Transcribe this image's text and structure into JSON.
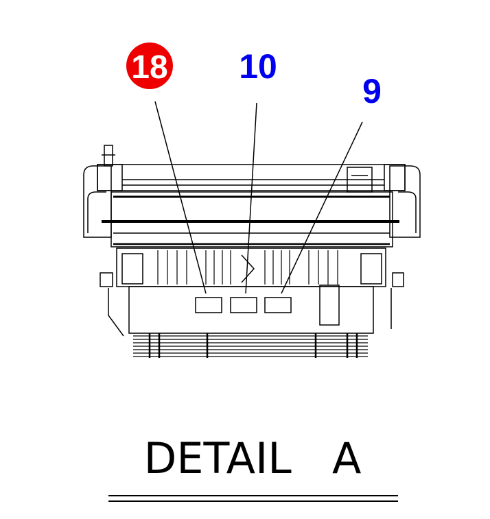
{
  "colors": {
    "line": "#000000",
    "callout_blue": "#0000ee",
    "callout_red_fill": "#ee0000",
    "callout_red_text": "#ffffff",
    "background": "#ffffff"
  },
  "callouts": {
    "item_18": {
      "label": "18",
      "style": "red-circle"
    },
    "item_10": {
      "label": "10",
      "style": "blue-text"
    },
    "item_9": {
      "label": "9",
      "style": "blue-text"
    }
  },
  "title": "DETAIL   A"
}
